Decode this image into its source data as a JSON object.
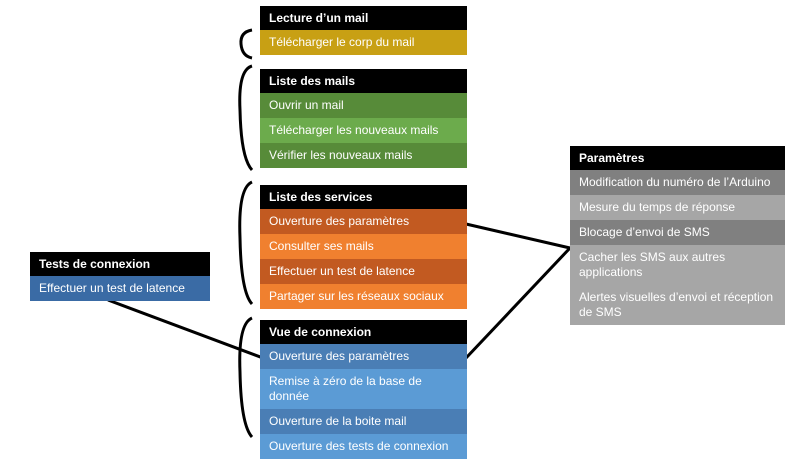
{
  "diagram": {
    "title_colors": {
      "header_bg": "#000000",
      "gold_dark": "#C8A014",
      "gold_light": "#D9B02A",
      "green_dark": "#578B39",
      "green_light": "#6CAB4C",
      "orange_dark": "#C25A21",
      "orange_light": "#F0802F",
      "blue_dark": "#4A7EB5",
      "blue_light": "#5B9BD5",
      "gray_dark": "#808080",
      "gray_light": "#A6A6A6",
      "single_blue": "#3A6BA5"
    },
    "groups": {
      "lecture_mail": {
        "header": "Lecture d’un mail",
        "items": [
          "Télécharger le corp du mail"
        ]
      },
      "liste_mails": {
        "header": "Liste des mails",
        "items": [
          "Ouvrir un mail",
          "Télécharger les nouveaux mails",
          "Vérifier les nouveaux mails"
        ]
      },
      "liste_services": {
        "header": "Liste des services",
        "items": [
          "Ouverture des paramètres",
          "Consulter ses mails",
          "Effectuer un test de latence",
          "Partager sur les réseaux sociaux"
        ]
      },
      "vue_connexion": {
        "header": "Vue de connexion",
        "items": [
          "Ouverture des paramètres",
          "Remise à zéro de la base de donnée",
          "Ouverture de la boite mail",
          "Ouverture des tests de connexion"
        ]
      },
      "tests_connexion": {
        "header": "Tests de connexion",
        "items": [
          "Effectuer un test de latence"
        ]
      },
      "parametres": {
        "header": "Paramètres",
        "items": [
          "Modification du numéro de l’Arduino",
          "Mesure du temps de réponse",
          "Blocage d’envoi de SMS",
          "Cacher les SMS aux autres applications",
          "Alertes visuelles d’envoi et réception de SMS"
        ]
      }
    }
  }
}
